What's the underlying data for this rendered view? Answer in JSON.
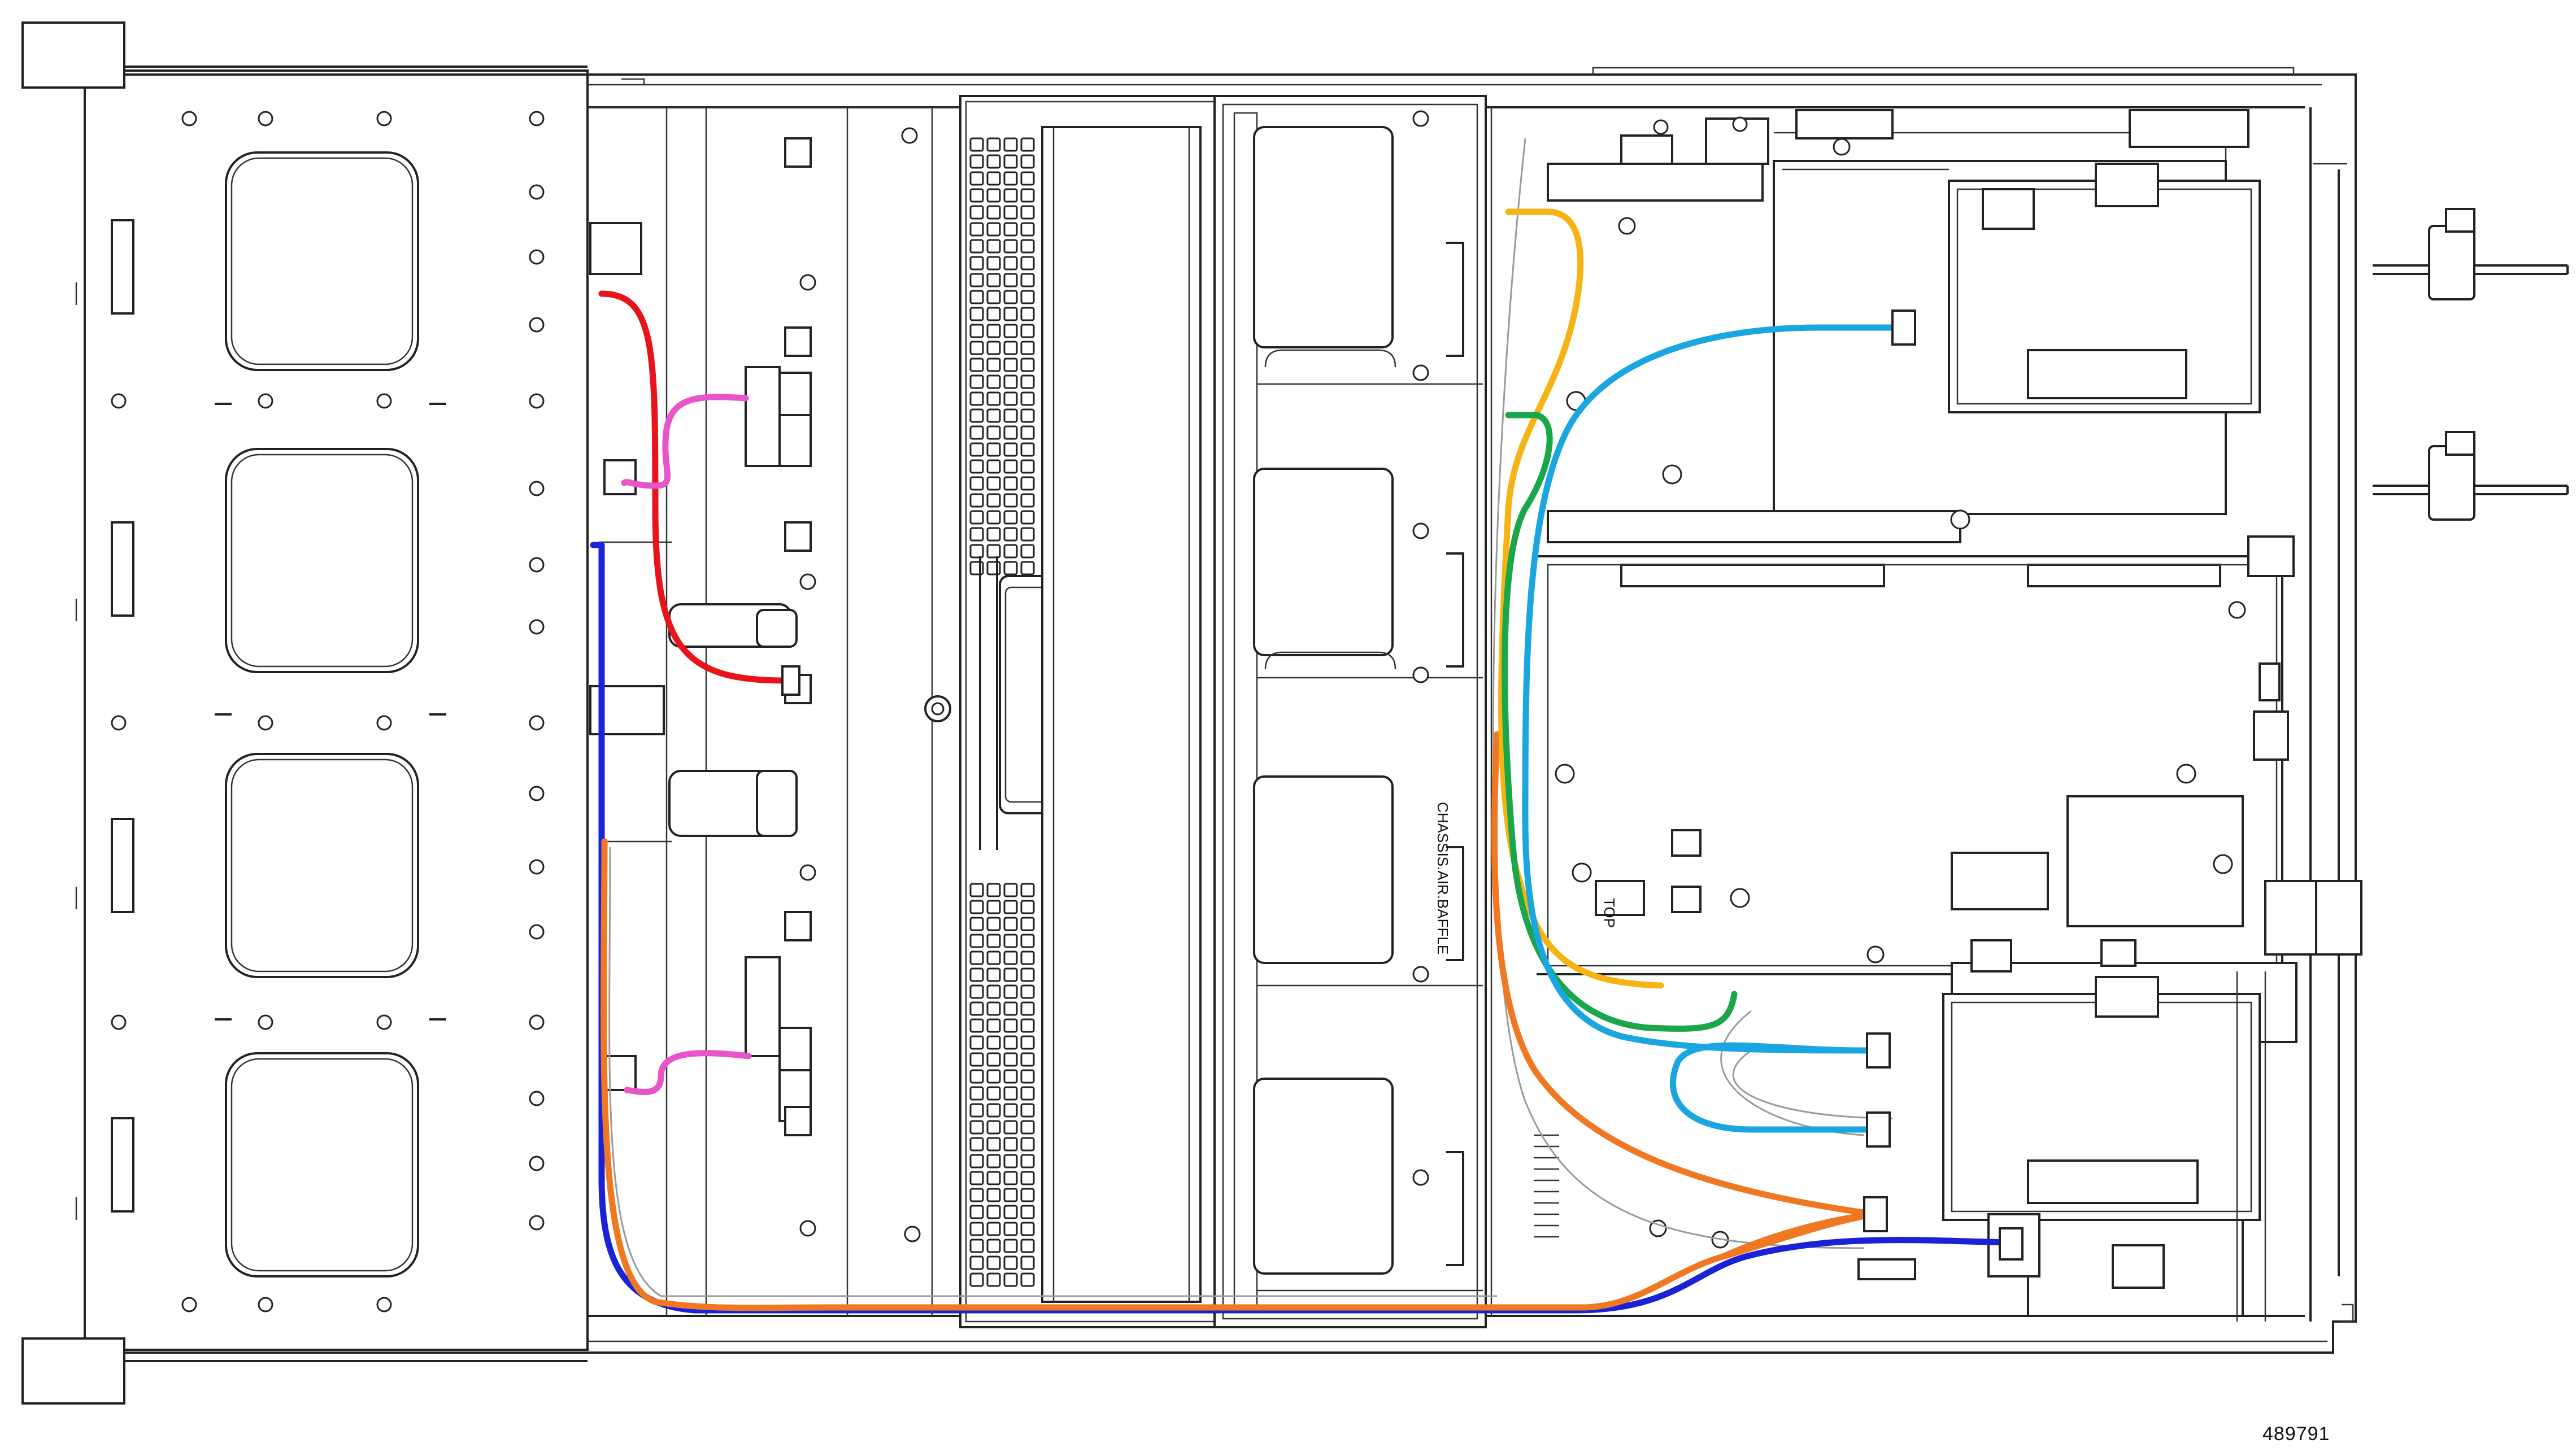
{
  "figure": {
    "id_number": "489791",
    "silk_top_label": "TOP"
  },
  "colors": {
    "red": "#e8141c",
    "magenta": "#e855c8",
    "blue": "#1a22d6",
    "orange": "#f07822",
    "yellow": "#f5b414",
    "green": "#1aa64a",
    "cyan": "#1aa6e0",
    "line": "#222222"
  },
  "cables": [
    {
      "id": "red",
      "color": "#e8141c"
    },
    {
      "id": "magenta-top",
      "color": "#e855c8"
    },
    {
      "id": "magenta-bottom",
      "color": "#e855c8"
    },
    {
      "id": "blue",
      "color": "#1a22d6"
    },
    {
      "id": "orange",
      "color": "#f07822"
    },
    {
      "id": "yellow",
      "color": "#f5b414"
    },
    {
      "id": "green",
      "color": "#1aa64a"
    },
    {
      "id": "cyan-top",
      "color": "#1aa6e0"
    },
    {
      "id": "cyan-bottom",
      "color": "#1aa6e0"
    }
  ]
}
